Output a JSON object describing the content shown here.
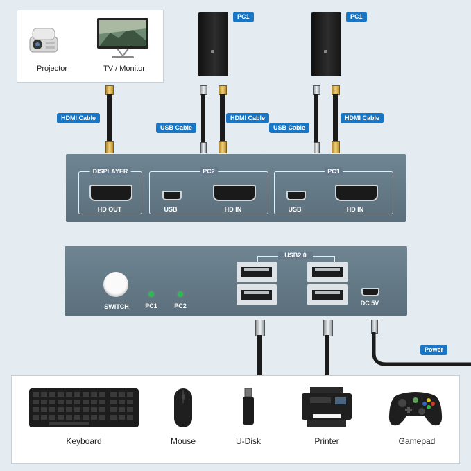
{
  "top_panel": {
    "projector_label": "Projector",
    "monitor_label": "TV / Monitor"
  },
  "pcs": [
    {
      "tag": "PC1"
    },
    {
      "tag": "PC1"
    }
  ],
  "cable_tags": {
    "hdmi_left": "HDMI Cable",
    "usb_mid": "USB Cable",
    "hdmi_mid": "HDMI Cable",
    "usb_right": "USB Cable",
    "hdmi_right": "HDMI Cable",
    "power": "Power"
  },
  "back_panel": {
    "displayer_title": "DISPLAYER",
    "hd_out": "HD OUT",
    "pc2_title": "PC2",
    "pc2_usb": "USB",
    "pc2_hd_in": "HD IN",
    "pc1_title": "PC1",
    "pc1_usb": "USB",
    "pc1_hd_in": "HD IN"
  },
  "front_panel": {
    "switch_label": "SWITCH",
    "led_pc1": "PC1",
    "led_pc2": "PC2",
    "usb_title": "USB2.0",
    "dc_label": "DC 5V"
  },
  "peripherals": [
    {
      "label": "Keyboard"
    },
    {
      "label": "Mouse"
    },
    {
      "label": "U-Disk"
    },
    {
      "label": "Printer"
    },
    {
      "label": "Gamepad"
    }
  ],
  "colors": {
    "accent": "#1976c4",
    "device": "#647987",
    "led": "#22c04a"
  }
}
